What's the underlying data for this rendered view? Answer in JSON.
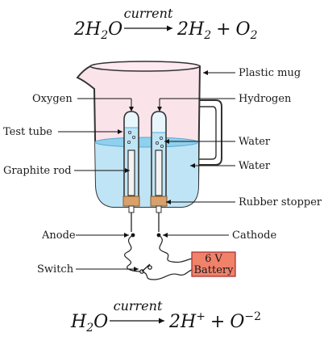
{
  "equations": {
    "top": {
      "reactant": "2H",
      "reactant_sub": "2",
      "reactant_tail": "O",
      "condition": "current",
      "product1": "2H",
      "product1_sub": "2",
      "plus": "+",
      "product2": "O",
      "product2_sub": "2"
    },
    "bottom": {
      "reactant": "H",
      "reactant_sub": "2",
      "reactant_tail": "O",
      "condition": "current",
      "product1": "2H",
      "product1_sup": "+",
      "plus": "+",
      "product2": "O",
      "product2_sup": "−2"
    }
  },
  "labels": {
    "plastic_mug": "Plastic mug",
    "oxygen": "Oxygen",
    "hydrogen": "Hydrogen",
    "test_tube": "Test tube",
    "water_tube": "Water",
    "graphite_rod": "Graphite rod",
    "water_mug": "Water",
    "rubber_stopper": "Rubber stopper",
    "anode": "Anode",
    "cathode": "Cathode",
    "switch": "Switch",
    "battery_voltage": "6 V",
    "battery_name": "Battery"
  },
  "colors": {
    "mug_fill": "#fbe3ea",
    "mug_stroke": "#333333",
    "water_fill": "#bfe4f5",
    "water_surface": "#8fd0ee",
    "stopper": "#d8a06a",
    "battery_fill": "#f0826a",
    "battery_stroke": "#a33"
  }
}
